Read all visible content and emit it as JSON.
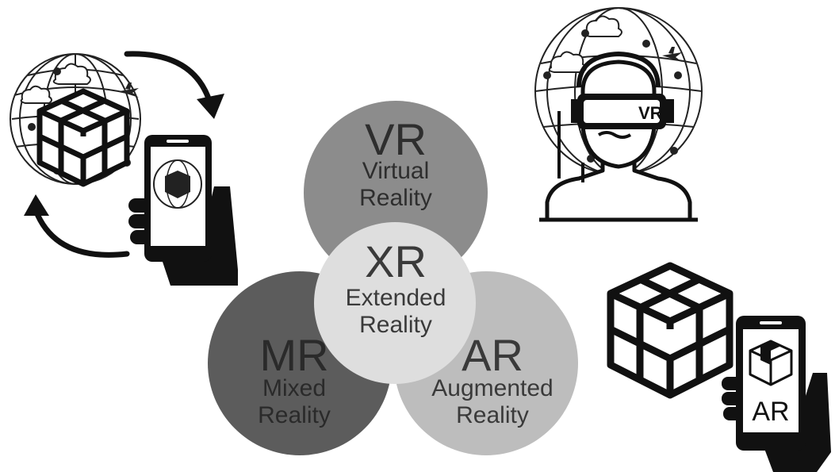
{
  "diagram": {
    "vr": {
      "abbr": "VR",
      "line1": "Virtual",
      "line2": "Reality",
      "color": "#8c8c8c"
    },
    "mr": {
      "abbr": "MR",
      "line1": "Mixed",
      "line2": "Reality",
      "color": "#5c5c5c"
    },
    "ar": {
      "abbr": "AR",
      "line1": "Augmented",
      "line2": "Reality",
      "color": "#bdbdbd"
    },
    "xr": {
      "abbr": "XR",
      "line1": "Extended",
      "line2": "Reality",
      "color": "#dedede"
    }
  },
  "icons": {
    "headset_label": "VR",
    "phone_label": "AR"
  }
}
